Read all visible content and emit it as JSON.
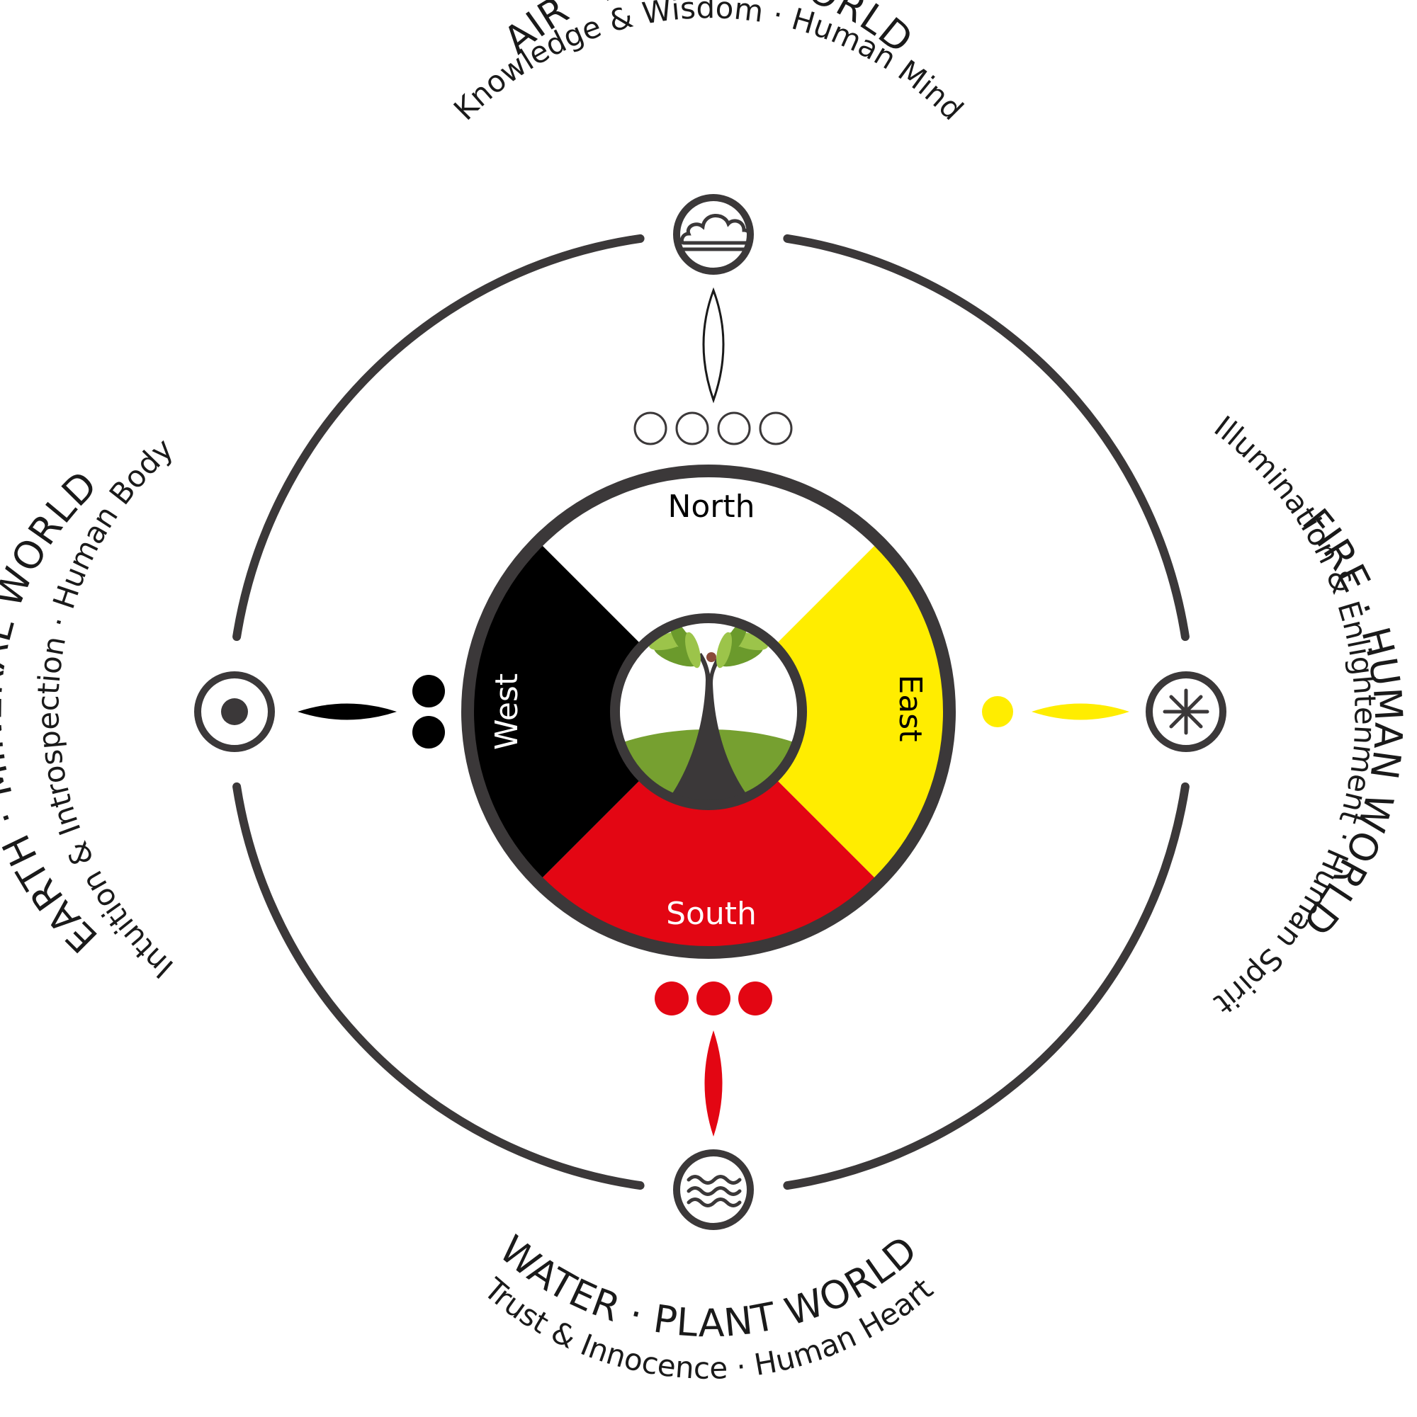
{
  "diagram": {
    "colors": {
      "ring": "#3b3839",
      "north": "#ffffff",
      "east": "#ffed00",
      "south": "#e30613",
      "west": "#000000",
      "hill": "#76a030",
      "trunk": "#3b3839",
      "leaf": "#6b9a2c",
      "leaf_light": "#9cc44a"
    },
    "quadrants": {
      "north": {
        "label": "North",
        "text_color": "#000000",
        "fill": "#ffffff"
      },
      "east": {
        "label": "East",
        "text_color": "#000000",
        "fill": "#ffed00"
      },
      "south": {
        "label": "South",
        "text_color": "#ffffff",
        "fill": "#e30613"
      },
      "west": {
        "label": "West",
        "text_color": "#ffffff",
        "fill": "#000000"
      }
    },
    "worlds": {
      "air": {
        "title": "AIR · ANIMAL WORLD",
        "subtitle": "Knowledge & Wisdom · Human Mind",
        "icon": "cloud-icon"
      },
      "fire": {
        "title": "FIRE · HUMAN WORLD",
        "subtitle": "Illumination & Enlightenment · Human Spirit",
        "icon": "asterisk-icon"
      },
      "water": {
        "title": "WATER · PLANT WORLD",
        "subtitle": "Trust & Innocence · Human Heart",
        "icon": "waves-icon"
      },
      "earth": {
        "title": "EARTH · MINERAL WORLD",
        "subtitle": "Intuition & Introspection · Human Body",
        "icon": "dot-in-circle-icon"
      }
    },
    "dots": {
      "north": {
        "count": 4,
        "style": "outline",
        "color": "#3b3839"
      },
      "east": {
        "count": 1,
        "style": "filled",
        "color": "#ffed00"
      },
      "south": {
        "count": 3,
        "style": "filled",
        "color": "#e30613"
      },
      "west": {
        "count": 2,
        "style": "filled",
        "color": "#000000"
      }
    }
  }
}
